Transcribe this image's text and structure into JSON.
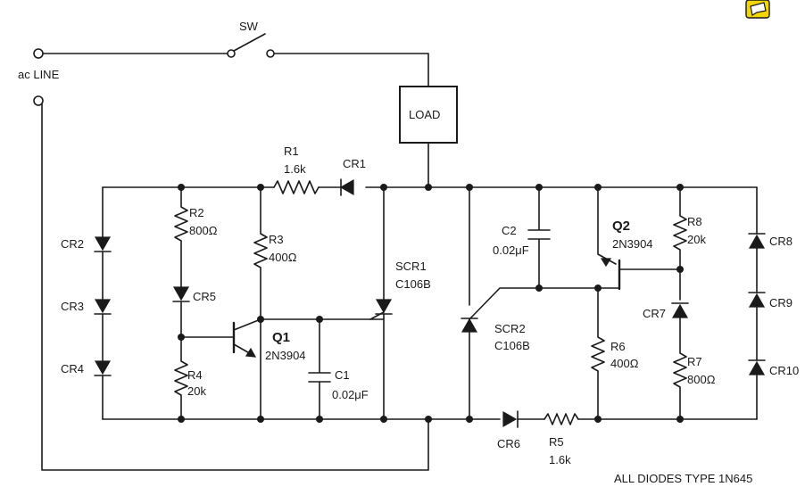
{
  "labels": {
    "ac_line": "ac LINE",
    "sw": "SW",
    "load": "LOAD",
    "r1": "R1",
    "r1_val": "1.6k",
    "cr1": "CR1",
    "r2": "R2",
    "r2_val": "800Ω",
    "r3": "R3",
    "r3_val": "400Ω",
    "r4": "R4",
    "r4_val": "20k",
    "r5": "R5",
    "r5_val": "1.6k",
    "r6": "R6",
    "r6_val": "400Ω",
    "r7": "R7",
    "r7_val": "800Ω",
    "r8": "R8",
    "r8_val": "20k",
    "c1": "C1",
    "c1_val": "0.02μF",
    "c2": "C2",
    "c2_val": "0.02μF",
    "q1": "Q1",
    "q1_type": "2N3904",
    "q2": "Q2",
    "q2_type": "2N3904",
    "scr1": "SCR1",
    "scr1_type": "C106B",
    "scr2": "SCR2",
    "scr2_type": "C106B",
    "cr2": "CR2",
    "cr3": "CR3",
    "cr4": "CR4",
    "cr5": "CR5",
    "cr6": "CR6",
    "cr7": "CR7",
    "cr8": "CR8",
    "cr9": "CR9",
    "cr10": "CR10",
    "note": "ALL DIODES TYPE 1N645"
  },
  "colors": {
    "ink": "#1a1a1a",
    "badge": "#f2d600"
  }
}
